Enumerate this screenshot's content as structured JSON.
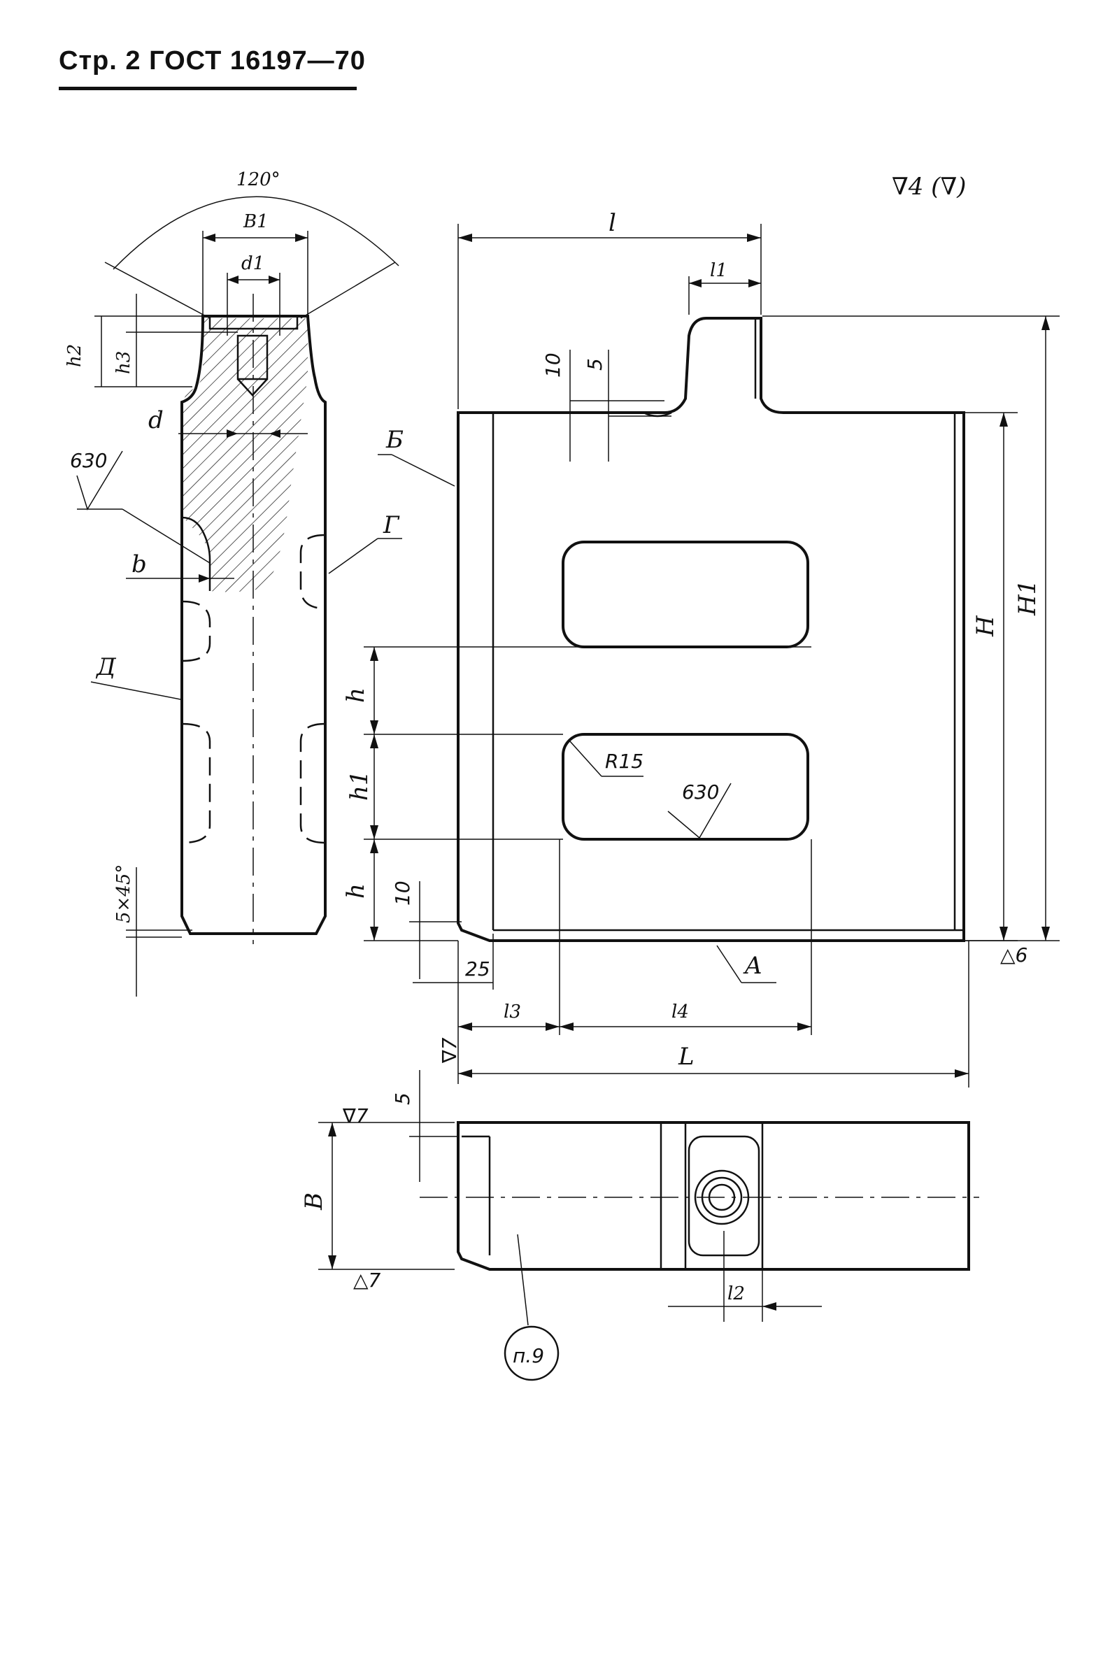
{
  "header": {
    "page_ref": "Стр. 2 ГОСТ 16197—70"
  },
  "surface_symbol_general": "∇4 (∇)",
  "labels": {
    "angle_120": "120°",
    "B1": "B1",
    "d1": "d1",
    "h2": "h2",
    "h3": "h3",
    "d": "d",
    "roughness_630_left": "630",
    "b": "b",
    "G": "Г",
    "D": "Д",
    "chamfer": "5×45°",
    "l": "l",
    "l1": "l1",
    "dim_10_top": "10",
    "dim_5_top": "5",
    "B_view": "Б",
    "H": "H",
    "H1": "H1",
    "h_upper": "h",
    "h1": "h1",
    "h_lower": "h",
    "R15": "R15",
    "roughness_630_right": "630",
    "dim_10_bottom": "10",
    "dim_25": "25",
    "A": "A",
    "triangle_6": "△6",
    "l3": "l3",
    "l4": "l4",
    "triangle_7_side": "∇7",
    "L": "L",
    "dim_5_plan": "5",
    "triangle_7_top": "∇7",
    "B": "B",
    "triangle_7_bottom": "△7",
    "l2": "l2",
    "note_ref": "п.9"
  }
}
